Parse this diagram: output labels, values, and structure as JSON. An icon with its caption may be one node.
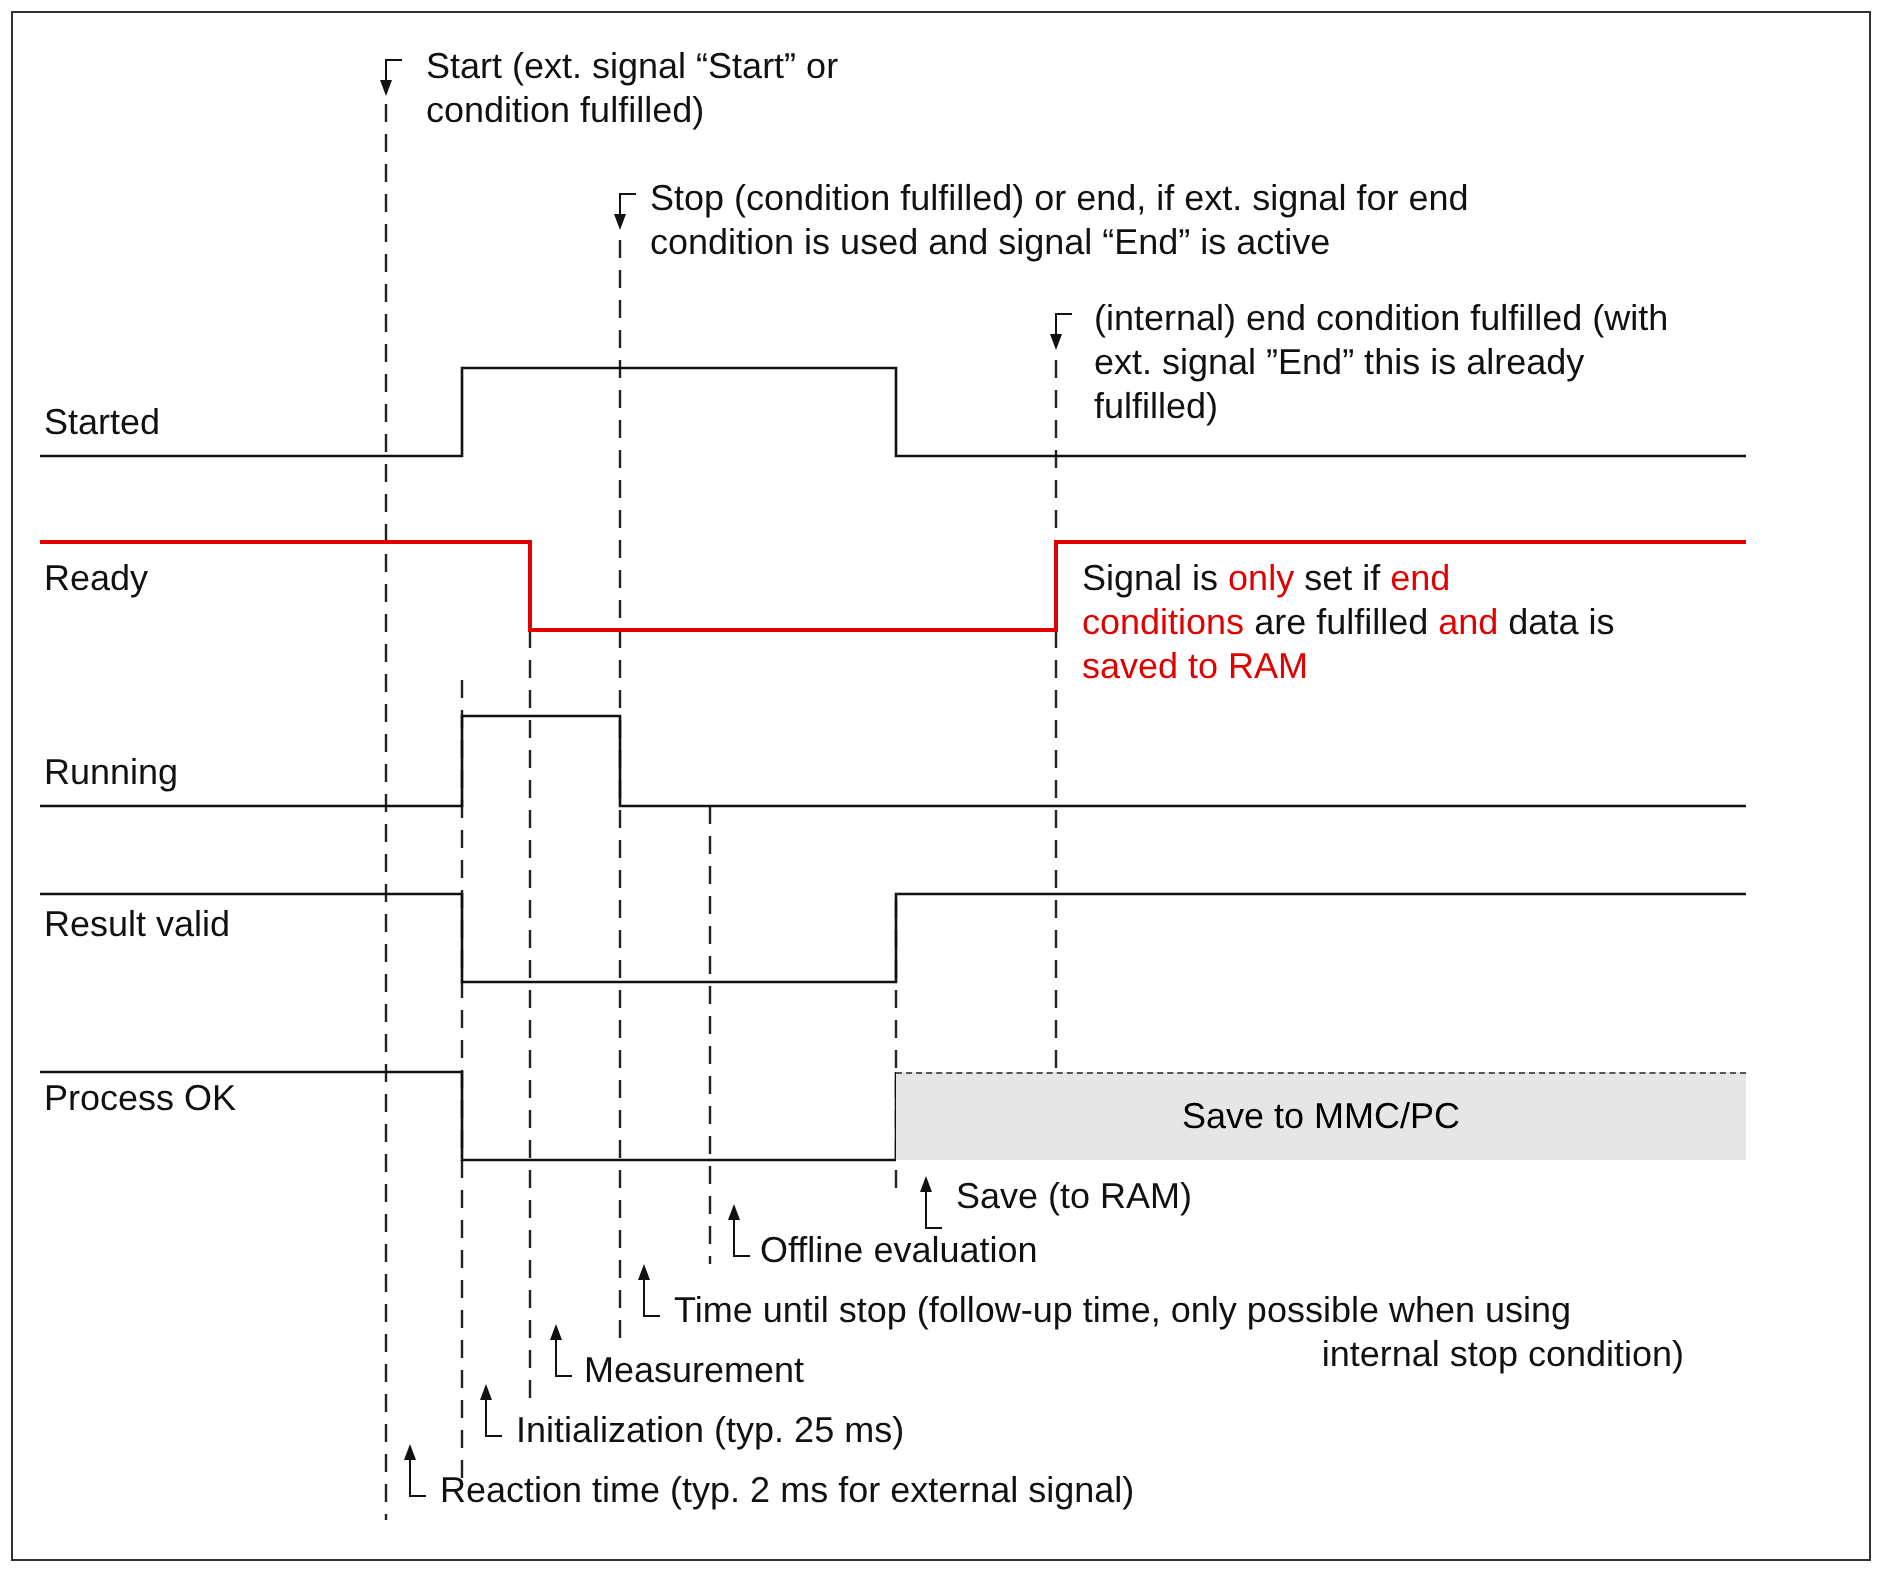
{
  "diagram": {
    "nodes": [
      {
        "text": [
          "Save to MMC/PC"
        ]
      }
    ],
    "labels": [
      "Start (ext. signal “Start” or condition fulfilled)",
      "Stop (condition fulfilled) or end, if ext. signal for end condition is used and signal “End” is active",
      "(internal) end condition fulfilled (with ext. signal ”End” this is already fulfilled)",
      "Started",
      "Ready",
      "Signal is **only** set if **end conditions** are fulfilled **and** data is **saved to RAM**",
      "Running",
      "Result valid",
      "Process OK",
      "Save (to RAM)",
      "Offline evaluation",
      "Time until stop (follow-up time, only possible when using internal stop condition)",
      "Measurement",
      "Initialization (typ. 25 ms)",
      "Reaction time (typ. 2 ms for external signal)"
    ]
  }
}
